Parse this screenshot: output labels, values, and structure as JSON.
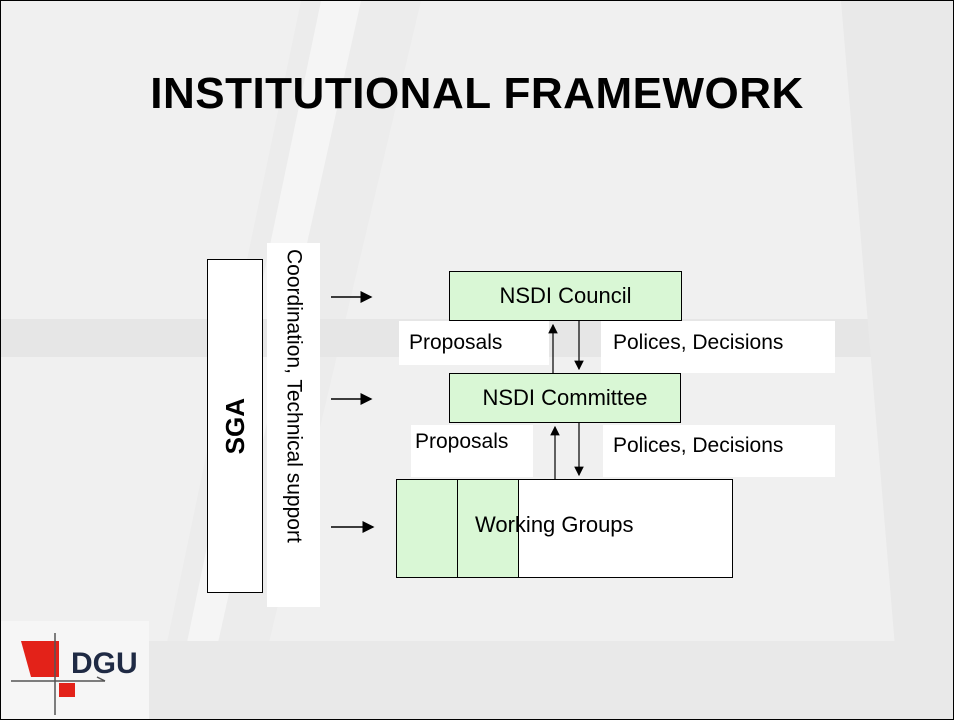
{
  "slide": {
    "title": "INSTITUTIONAL FRAMEWORK"
  },
  "diagram": {
    "sga_label": "SGA",
    "side_label": "Coordination, Technical support",
    "council_label": "NSDI Council",
    "committee_label": "NSDI Committee",
    "working_groups_label": "Working Groups",
    "proposals_upper": "Proposals",
    "decisions_upper": "Polices, Decisions",
    "proposals_lower": "Proposals",
    "decisions_lower": "Polices, Decisions"
  },
  "logo": {
    "text": "DGU"
  },
  "colors": {
    "box_green": "#d9f7d5",
    "logo_red": "#e32219"
  }
}
